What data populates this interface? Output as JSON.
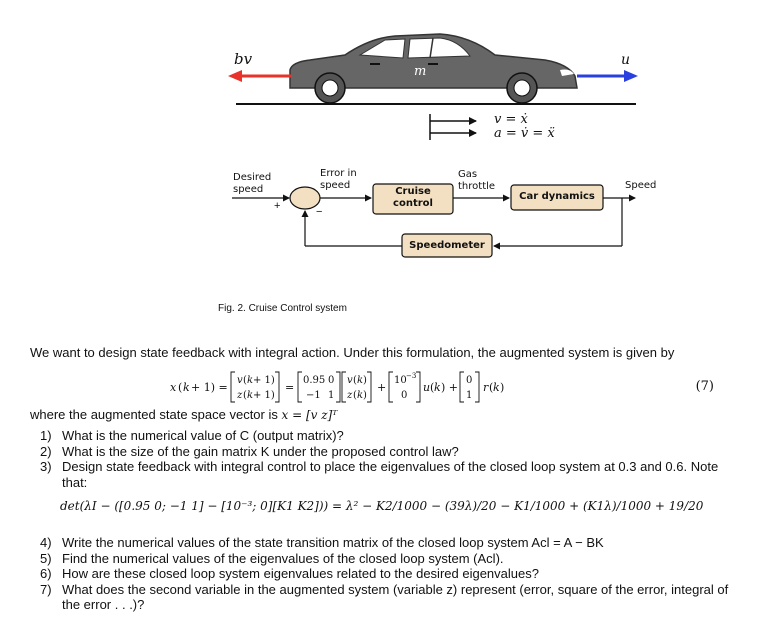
{
  "figure": {
    "car": {
      "left_label": "bv",
      "right_label": "u",
      "mass_label": "m",
      "kinematics_line1": "v = ẋ",
      "kinematics_line2": "a = v̇ = ẍ",
      "colors": {
        "body": "#666666",
        "left_arrow": "#e8322a",
        "right_arrow": "#2a3fe0"
      }
    },
    "block_diagram": {
      "input_label_1": "Desired",
      "input_label_2": "speed",
      "plus_sign": "+",
      "minus_sign": "−",
      "error_label_1": "Error in",
      "error_label_2": "speed",
      "cruise_label_1": "Cruise",
      "cruise_label_2": "control",
      "gas_label_1": "Gas",
      "gas_label_2": "throttle",
      "car_dynamics_label": "Car dynamics",
      "output_label": "Speed",
      "sensor_label": "Speedometer",
      "block_fill": "#f3e0c2"
    },
    "caption": "Fig. 2.  Cruise Control system"
  },
  "text": {
    "intro": "We want to design state feedback with integral action. Under this formulation, the augmented system is given by",
    "equation_number": "(7)",
    "augmented_state_intro": "where the augmented state space vector is",
    "augmented_state_math": "x = [v  z]ᵀ",
    "equation_7": "x(k+1) = [v(k+1); z(k+1)] = [0.95 0; −1 1][v(k); z(k)] + [10⁻³; 0]u(k) + [0; 1]r(k)",
    "det_equation": "det(λI − ([0.95 0; −1 1] − [10⁻³; 0][K1 K2])) = λ² − K2/1000 − (39λ)/20 − K1/1000 + (K1λ)/1000 + 19/20",
    "questions": [
      {
        "num": "1)",
        "text": "What is the numerical value of C (output matrix)?"
      },
      {
        "num": "2)",
        "text": "What is the size of the gain matrix K under the proposed control law?"
      },
      {
        "num": "3)",
        "text": "Design state feedback with integral control to place the eigenvalues of the closed loop system at 0.3 and 0.6. Note that:"
      },
      {
        "num": "4)",
        "text": "Write the numerical values of the state transition matrix of the closed loop system Acl = A − BK"
      },
      {
        "num": "5)",
        "text": "Find the numerical values of the eigenvalues of the closed loop system (Acl)."
      },
      {
        "num": "6)",
        "text": "How are these closed loop system eigenvalues related to the desired eigenvalues?"
      },
      {
        "num": "7)",
        "text": "What does the second variable in the augmented system (variable z) represent (error, square of the error, integral of the error . . .)?"
      }
    ]
  }
}
